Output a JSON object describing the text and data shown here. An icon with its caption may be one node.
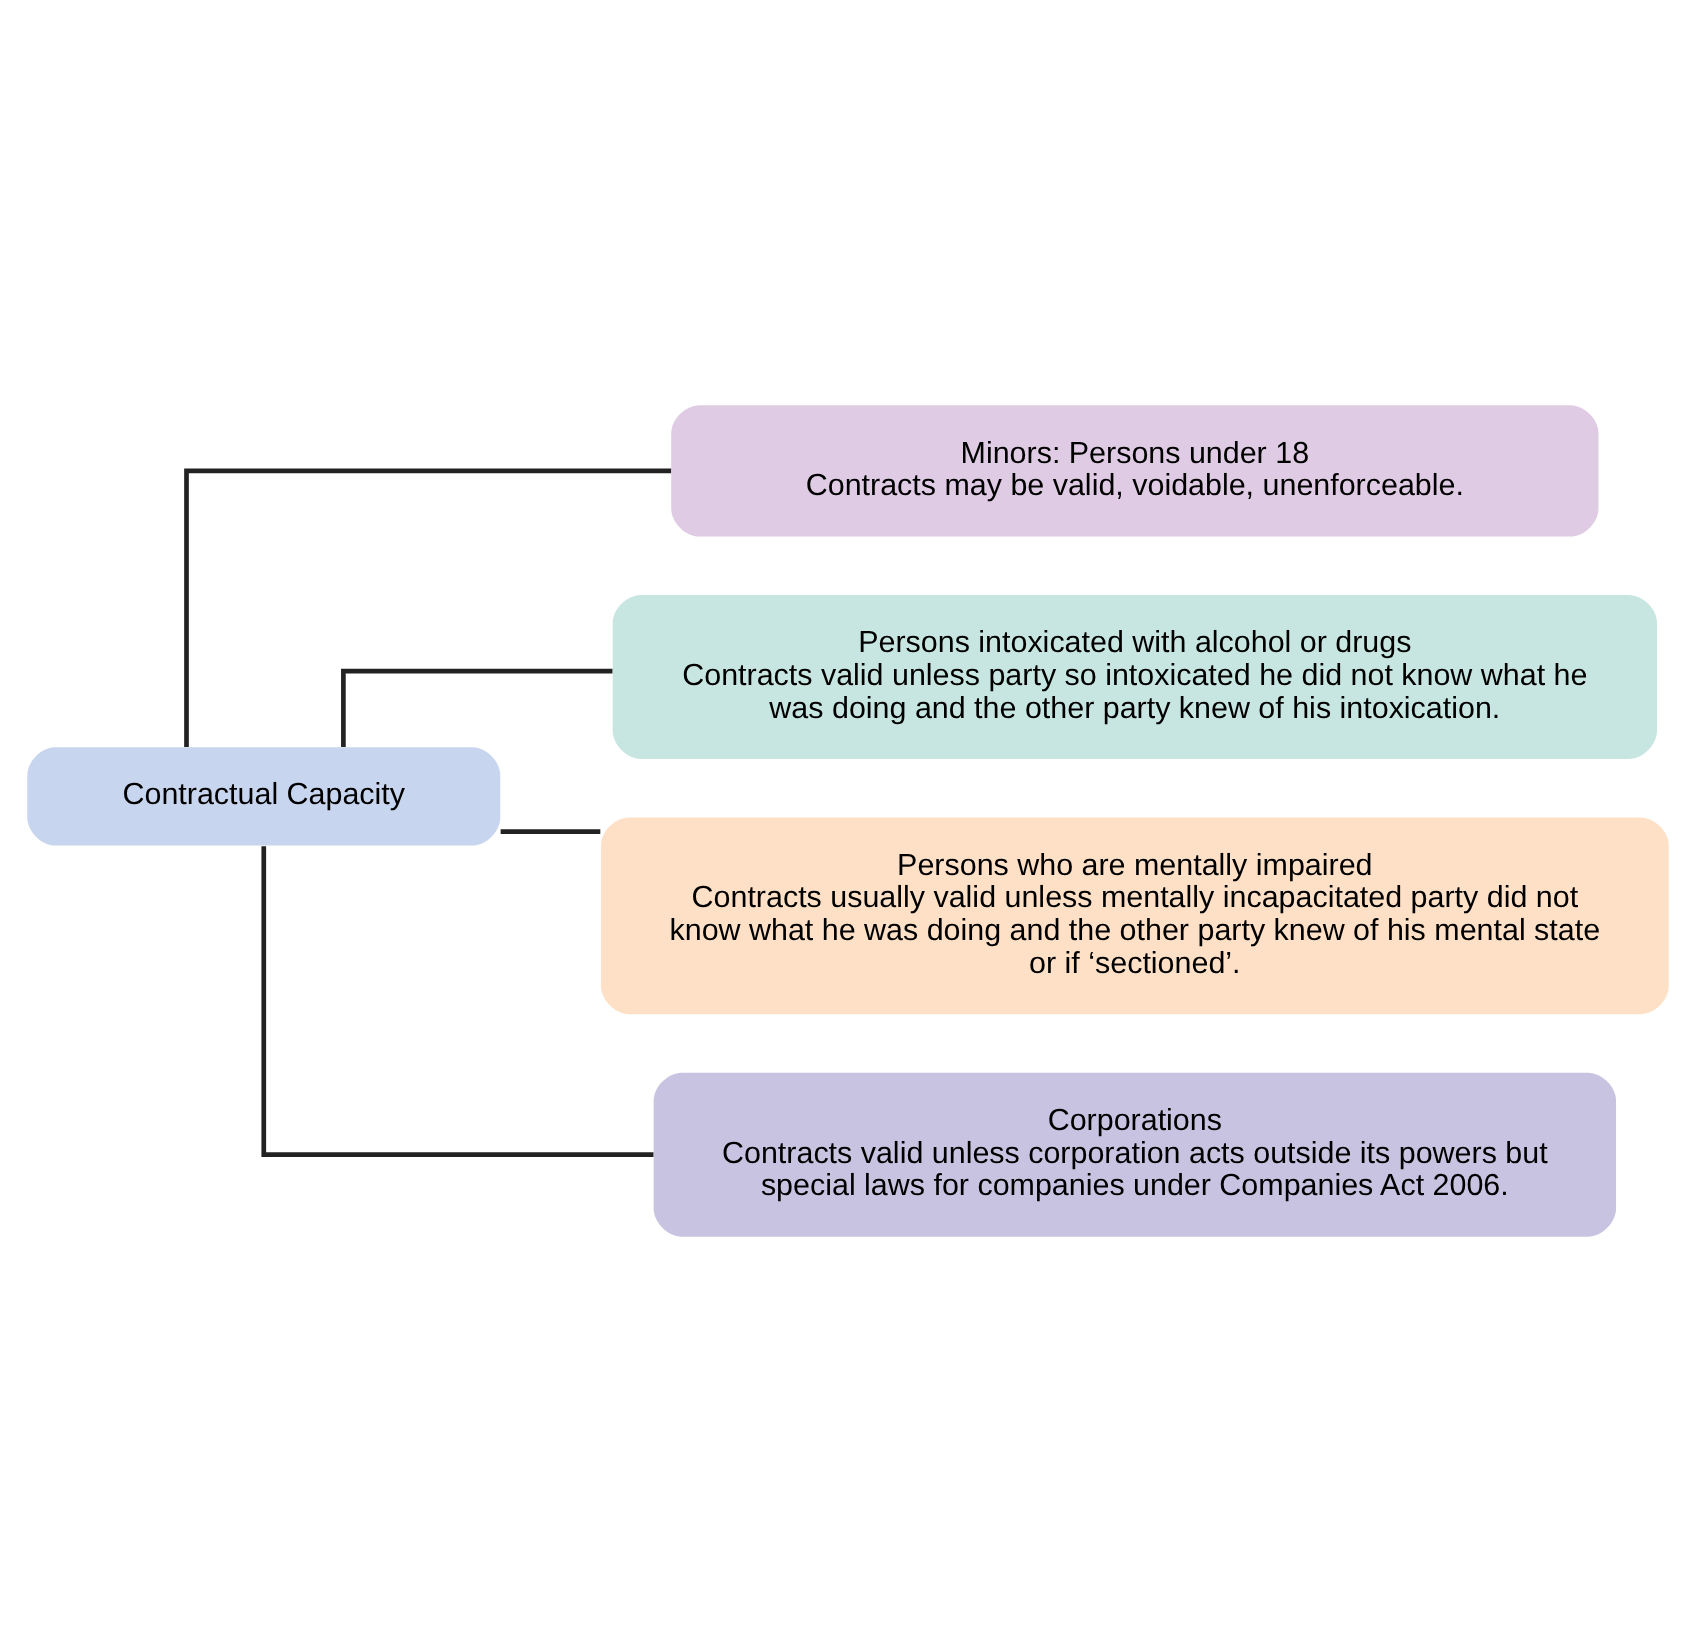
{
  "diagram": {
    "nodes": [
      {
        "text": [
          "Contractual Capacity"
        ]
      },
      {
        "text": [
          "Minors: Persons under 18",
          "Contracts may be valid, voidable, unenforceable."
        ]
      },
      {
        "text": [
          "Persons intoxicated with alcohol or drugs",
          "Contracts valid unless party so intoxicated he did not know what he was doing and the other party knew of his intoxication."
        ]
      },
      {
        "text": [
          "Persons who are mentally impaired",
          "Contracts usually valid unless mentally incapacitated party did not know what he was doing and the other party knew of his mental state or if ‘sectioned’."
        ]
      },
      {
        "text": [
          "Corporations",
          "Contracts valid unless corporation acts outside its powers but special laws for companies under Companies Act 2006."
        ]
      }
    ],
    "edges": [
      {
        "from": 0,
        "to": 1,
        "arrow": "none"
      },
      {
        "from": 0,
        "to": 2,
        "arrow": "none"
      },
      {
        "from": 0,
        "to": 3,
        "arrow": "none"
      },
      {
        "from": 0,
        "to": 4,
        "arrow": "none"
      }
    ]
  }
}
